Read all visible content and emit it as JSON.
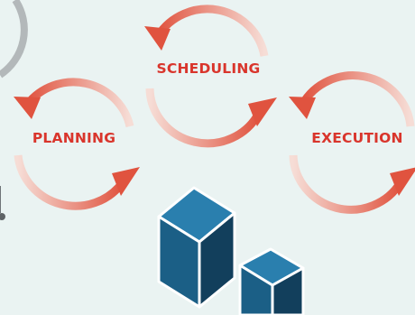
{
  "stages": [
    {
      "id": "planning",
      "label": "PLANNING"
    },
    {
      "id": "scheduling",
      "label": "SCHEDULING"
    },
    {
      "id": "execution",
      "label": "EXECUTION"
    }
  ],
  "colors": {
    "background": "#eaf3f2",
    "arrow": "#e0533f",
    "arrow_fade": "#f6ddd6",
    "label": "#d9352c",
    "cube_front": "#1b5f86",
    "cube_top": "#2a7fae",
    "cube_side": "#123f5c",
    "cube_edge": "#ffffff",
    "ring": "#b3b8ba"
  },
  "icons": [
    "cycle-arrows-icon",
    "cubes-icon"
  ]
}
